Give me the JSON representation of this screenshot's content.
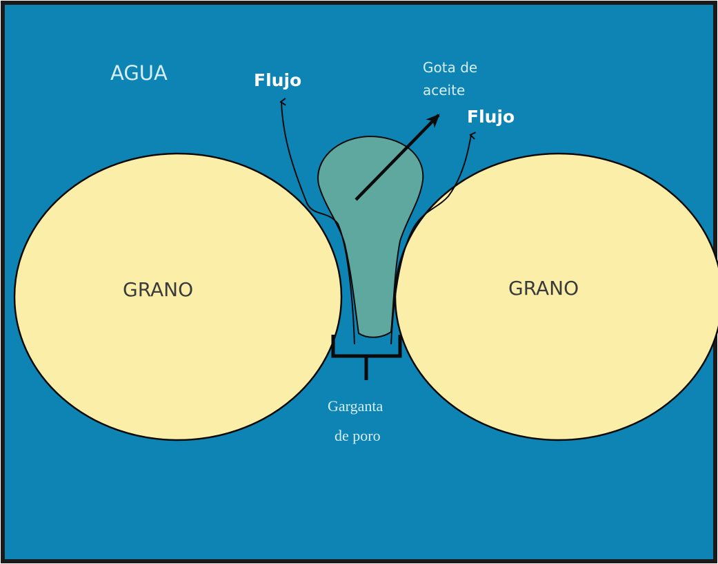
{
  "labels": {
    "water": "AGUA",
    "flow_left": "Flujo",
    "flow_right": "Flujo",
    "oil_drop_line1": "Gota de",
    "oil_drop_line2": "aceite",
    "grain_left": "GRANO",
    "grain_right": "GRANO",
    "pore_throat_line1": "Garganta",
    "pore_throat_line2": "de poro"
  },
  "colors": {
    "water": "#0E84B5",
    "grain_fill": "#FAEEA9",
    "oil_drop_fill": "#5EA89F",
    "outline": "#0a0a0a",
    "frame": "#1a1a1a",
    "label_light": "#D6EEF6",
    "label_white": "#FFFFFF",
    "label_dark": "#3a3a3a"
  }
}
